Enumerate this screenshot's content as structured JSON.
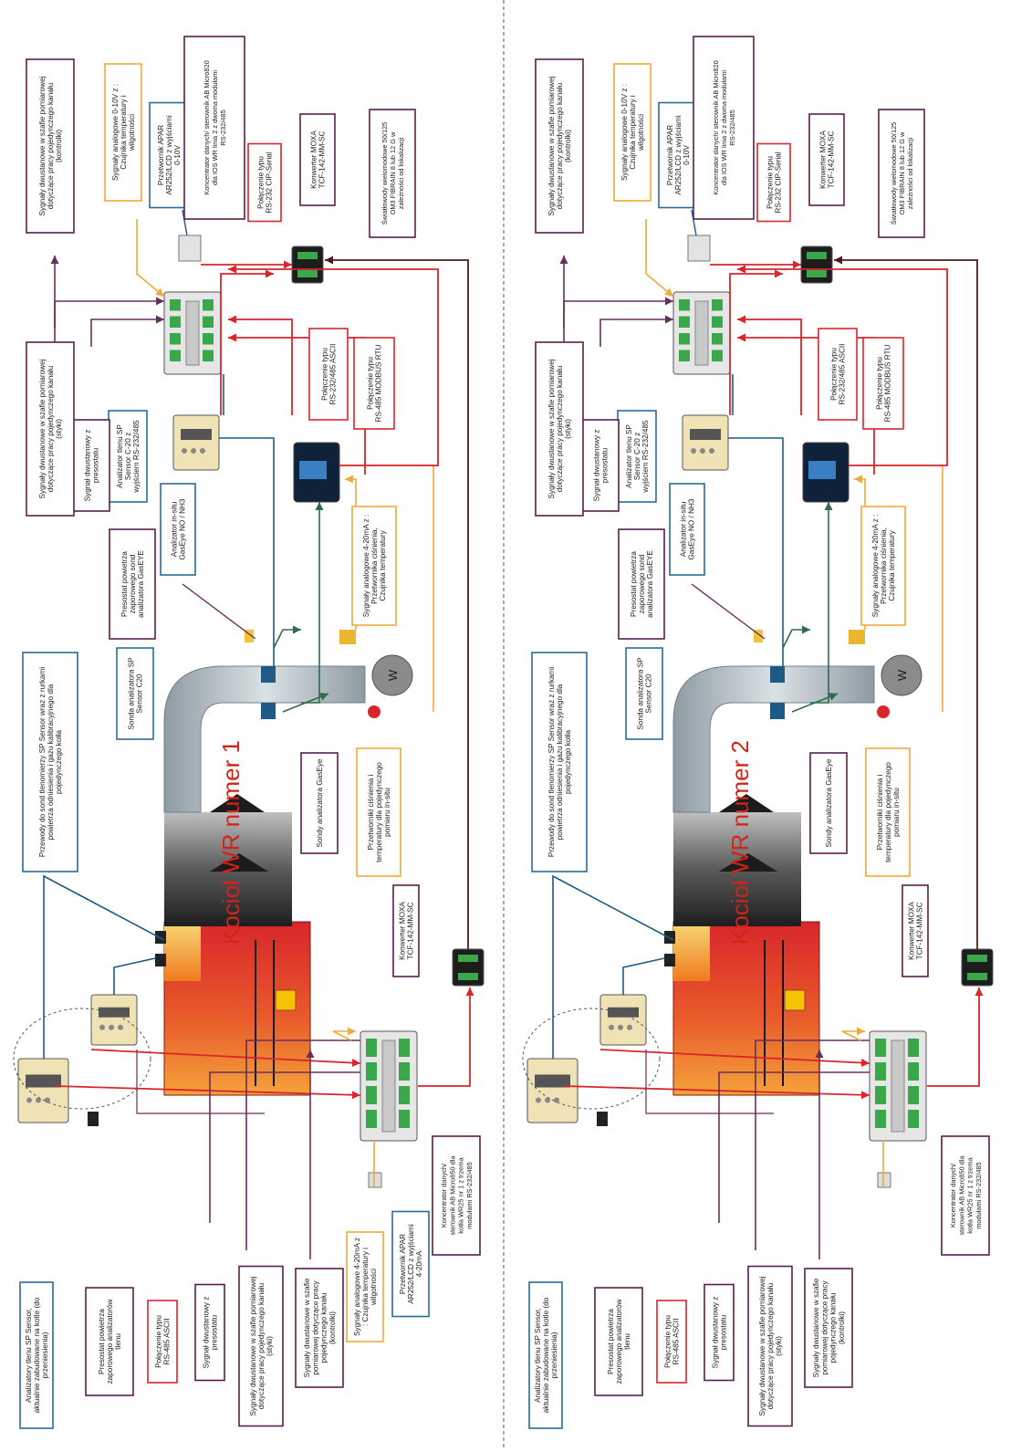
{
  "colors": {
    "red": "#d8262c",
    "purple": "#6a2e5e",
    "orange": "#f2a93b",
    "blue": "#1e5a85",
    "green": "#2f6b4c",
    "darkred": "#4a1f1a",
    "duct": "#b9c3c9",
    "boiler_red": "#d8262c",
    "boiler_dark": "#222222",
    "frame_purple": "#5a1f4d",
    "frame_red": "#d8262c",
    "frame_orange": "#f2a93b",
    "frame_blue": "#2b6b9a"
  },
  "icons": [
    "moxa-converter-icon",
    "plc-controller-icon",
    "analyzer-box-icon",
    "pressure-switch-icon",
    "humidity-transmitter-icon",
    "gaseye-display-icon",
    "fan-w-icon",
    "valve-icon",
    "probe-icon"
  ],
  "panels": [
    {
      "boiler_title": "Kocioł WR numer 1",
      "fan_label": "W",
      "labels": {
        "analizatory_sp": "Analizatory tlenu SP Sensor, aktualnie zabudowane na kotle (do przeniesienia)",
        "presostat_tlenu": "Presostat powietrza zaporowego analizatorów tlenu",
        "rs485_ascii": "Połączenie typu RS-485 ASCII",
        "sygnal_presostatu_bottom": "Sygnał dwustanowy z presostatu",
        "dwustanowe_bottom": "Sygnały dwustanowe w szafie pomiarowej dotyczące pracy pojedynczego kanału (styki)",
        "kontrolki_bottom": "Sygnały dwustanowe w szafie pomiarowej dotyczące pracy pojedynczego kanału (kontrolki)",
        "analogowe_bottom": "Sygnały analogowe 4-20mA z : Czujnika temperatury i wilgotności",
        "apar_bottom": "Przetwornik APAR AR252/LCD z wyjściami 4-20mA",
        "koncentrator_bottom": "Koncentrator danych/ sterownik AB Micro850 dla kotła WR25 nr 1 z trzema modułami RS-232/485",
        "moxa_bottom": "Konwerter MOXA TCF-142-MM-SC",
        "przewody": "Przewody do sond tlenomierzy SP Sensor wraz z rurkami powietrza odniesienia i gazu kalibracyjnego dla pojedynczego kotła",
        "sonda_c20": "Sonda analizatora SP Sensor C20",
        "sondy_gaseye": "Sondy analizatora GasEye",
        "przetworniki_cisnienia": "Przetworniki ciśnienia i temperatury dla pojedynczego pomiaru in-situ",
        "presostat_gaseye": "Presostat powietrza zaporowego sond analizatora GasEYE",
        "analizator_insitu": "Analizator in-situ GasEye NO / NH3",
        "analogowe_mid": "Sygnały analogowe 4-20mA z : Przetwornika ciśnienia, Czujnika temperatury",
        "analizator_c20": "Analizator tlenu SP Sensor C-20 z wyjściem RS-232/485",
        "sygnal_presostatu_top": "Sygnał dwustanowy z presostatu",
        "dwustanowe_top": "Sygnały dwustanowe w szafie pomiarowej dotyczące pracy pojedynczego kanału (styki)",
        "rs232485_ascii": "Połączenie typu RS-232/485 ASCII",
        "rs485_modbus": "Połączenie typu RS-485 MODBUS RTU",
        "kontrolki_top": "Sygnały dwustanowe w szafie pomiarowej dotyczące pracy pojedynczego kanału (kontrolki)",
        "analogowe_top": "Sygnały analogowe 0-10V z : Czujnika temperatury i wilgotności",
        "apar_top": "Przetwornik APAR AR252/LCD z wyjściami 0-10V",
        "koncentrator_top": "Koncentrator danych/ sterownik AB Micro820 dla IOS WR linia 2 z dwoma modułami RS-232/485",
        "rs232_cip": "Połączenie typu RS-232 CIP-Serial",
        "moxa_top": "Konwerter MOXA TCF-142-MM-SC",
        "swiatlowody": "Światłowody wielomodowe 50/125 OM3 FIBRAIN 8 lub 12 G w zależności od lokalizacji"
      }
    },
    {
      "boiler_title": "Kocioł WR numer 2",
      "fan_label": "W",
      "labels": {
        "analizatory_sp": "Analizatory tlenu SP Sensor, aktualnie zabudowane na kotle (do przeniesienia)",
        "presostat_tlenu": "Presostat powietrza zaporowego analizatorów tlenu",
        "rs485_ascii": "Połączenie typu RS-485 ASCII",
        "sygnal_presostatu_bottom": "Sygnał dwustanowy z presostatu",
        "dwustanowe_bottom": "Sygnały dwustanowe w szafie pomiarowej dotyczące pracy pojedynczego kanału (styki)",
        "kontrolki_bottom": "Sygnały dwustanowe w szafie pomiarowej dotyczące pracy pojedynczego kanału (kontrolki)",
        "analogowe_bottom": "",
        "apar_bottom": "",
        "koncentrator_bottom": "Koncentrator danych/ sterownik AB Micro850 dla kotła WR25 nr 1 z trzema modułami RS-232/485",
        "moxa_bottom": "Konwerter MOXA TCF-142-MM-SC",
        "przewody": "Przewody do sond tlenomierzy SP Sensor wraz z rurkami powietrza odniesienia i gazu kalibracyjnego dla pojedynczego kotła",
        "sonda_c20": "Sonda analizatora SP Sensor C20",
        "sondy_gaseye": "Sondy analizatora GasEye",
        "przetworniki_cisnienia": "Przetworniki ciśnienia i temperatury dla pojedynczego pomiaru in-situ",
        "presostat_gaseye": "Presostat powietrza zaporowego sond analizatora GasEYE",
        "analizator_insitu": "Analizator in-situ GasEye NO / NH3",
        "analogowe_mid": "Sygnały analogowe 4-20mA z : Przetwornika ciśnienia, Czujnika temperatury",
        "analizator_c20": "Analizator tlenu SP Sensor C-20 z wyjściem RS-232/485",
        "sygnal_presostatu_top": "Sygnał dwustanowy z presostatu",
        "dwustanowe_top": "Sygnały dwustanowe w szafie pomiarowej dotyczące pracy pojedynczego kanału (styki)",
        "rs232485_ascii": "Połączenie typu RS-232/485 ASCII",
        "rs485_modbus": "Połączenie typu RS-485 MODBUS RTU",
        "kontrolki_top": "Sygnały dwustanowe w szafie pomiarowej dotyczące pracy pojedynczego kanału (kontrolki)",
        "analogowe_top": "Sygnały analogowe 0-10V z : Czujnika temperatury i wilgotności",
        "apar_top": "Przetwornik APAR AR252/LCD z wyjściami 0-10V",
        "koncentrator_top": "Koncentrator danych/ sterownik AB Micro820 dla IOS WR linia 2 z dwoma modułami RS-232/485",
        "rs232_cip": "Połączenie typu RS-232 CIP-Serial",
        "moxa_top": "Konwerter MOXA TCF-142-MM-SC",
        "swiatlowody": "Światłowody wielomodowe 50/125 OM3 FIBRAIN 8 lub 12 G w zależności od lokalizacji"
      }
    }
  ]
}
